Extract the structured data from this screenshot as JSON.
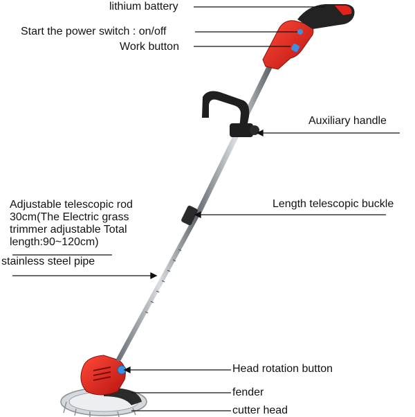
{
  "labels": {
    "lithium_battery": "lithium battery",
    "power_switch": "Start the power switch : on/off",
    "work_button": "Work button",
    "auxiliary_handle": "Auxiliary handle",
    "length_buckle": "Length telescopic buckle",
    "telescopic_rod": "Adjustable telescopic rod\n30cm(The Electric grass\ntrimmer adjustable Total\nlength:90~120cm)",
    "steel_pipe": "stainless steel pipe",
    "head_rotation": "Head rotation button",
    "fender": "fender",
    "cutter_head": "cutter head"
  },
  "colors": {
    "body_red": "#e0231b",
    "dark_red": "#a7140f",
    "handle_black": "#1f1f1f",
    "steel": "#9da3aa",
    "button_blue": "#3d8fe0",
    "line": "#111111"
  }
}
